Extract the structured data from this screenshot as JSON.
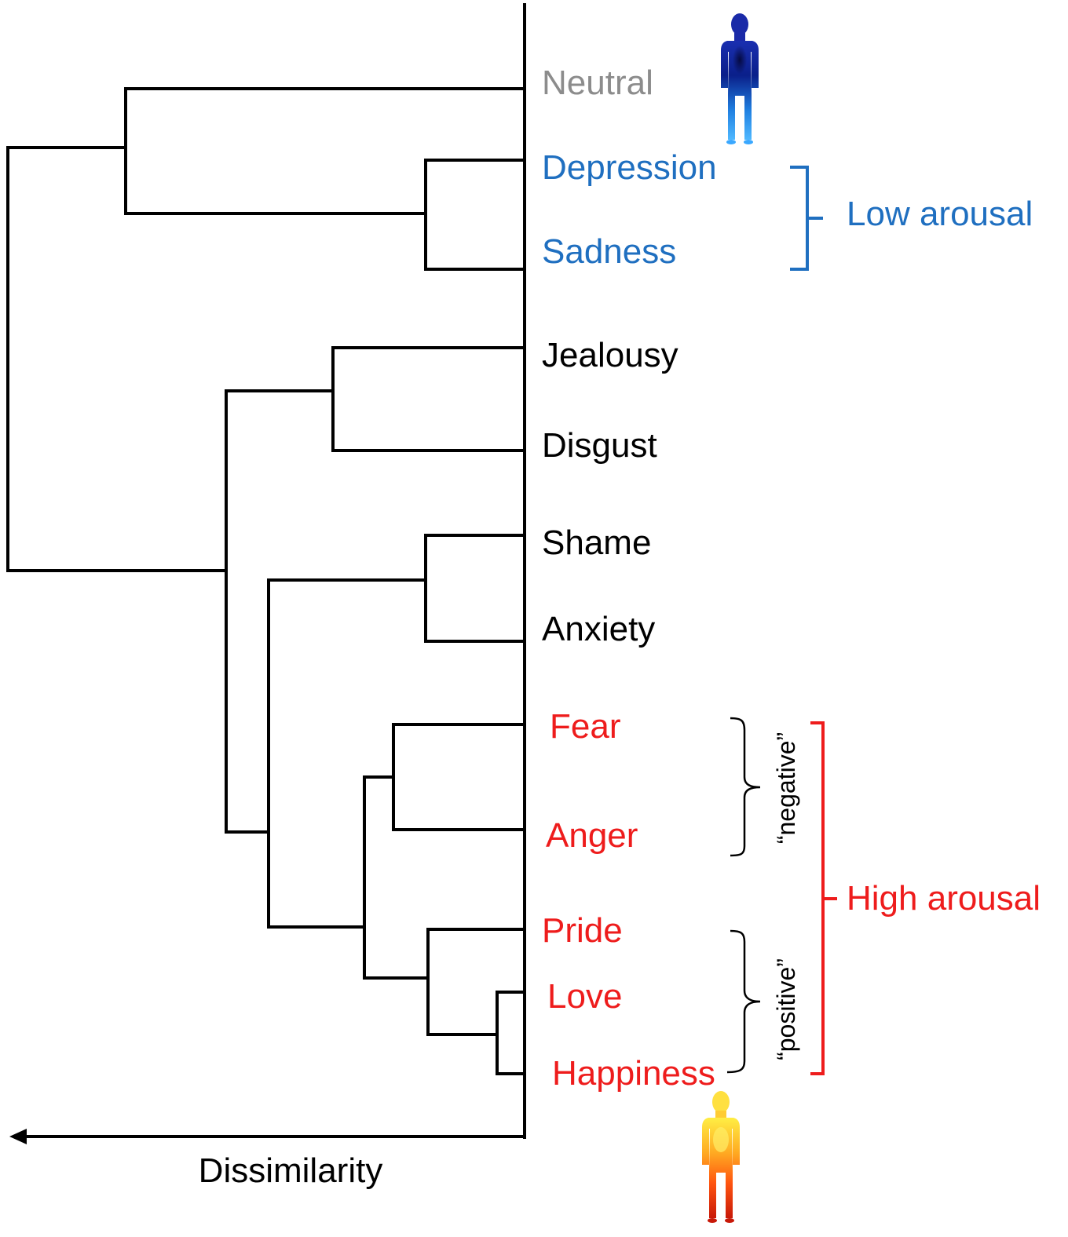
{
  "colors": {
    "tree": "#000000",
    "neutral": "#8c8c8c",
    "low": "#1f6fc0",
    "mid": "#000000",
    "high": "#ee1c1c"
  },
  "leaves": [
    {
      "label": "Neutral",
      "color": "neutral"
    },
    {
      "label": "Depression",
      "color": "low"
    },
    {
      "label": "Sadness",
      "color": "low"
    },
    {
      "label": "Jealousy",
      "color": "mid"
    },
    {
      "label": "Disgust",
      "color": "mid"
    },
    {
      "label": "Shame",
      "color": "mid"
    },
    {
      "label": "Anxiety",
      "color": "mid"
    },
    {
      "label": "Fear",
      "color": "high"
    },
    {
      "label": "Anger",
      "color": "high"
    },
    {
      "label": "Pride",
      "color": "high"
    },
    {
      "label": "Love",
      "color": "high"
    },
    {
      "label": "Happiness",
      "color": "high"
    }
  ],
  "groups": {
    "low": "Low arousal",
    "high": "High arousal",
    "negative": "“negative”",
    "positive": "“positive”"
  },
  "axis": {
    "label": "Dissimilarity"
  },
  "icons": {
    "top": "cold-body-icon",
    "bottom": "hot-body-icon"
  }
}
